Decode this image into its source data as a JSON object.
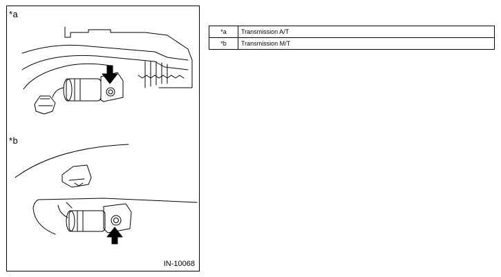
{
  "figure": {
    "views": [
      {
        "label": "*a"
      },
      {
        "label": "*b"
      }
    ],
    "figure_id": "IN-10068"
  },
  "legend": {
    "rows": [
      {
        "key": "*a",
        "text": "Transmission A/T"
      },
      {
        "key": "*b",
        "text": "Transmission M/T"
      }
    ]
  }
}
